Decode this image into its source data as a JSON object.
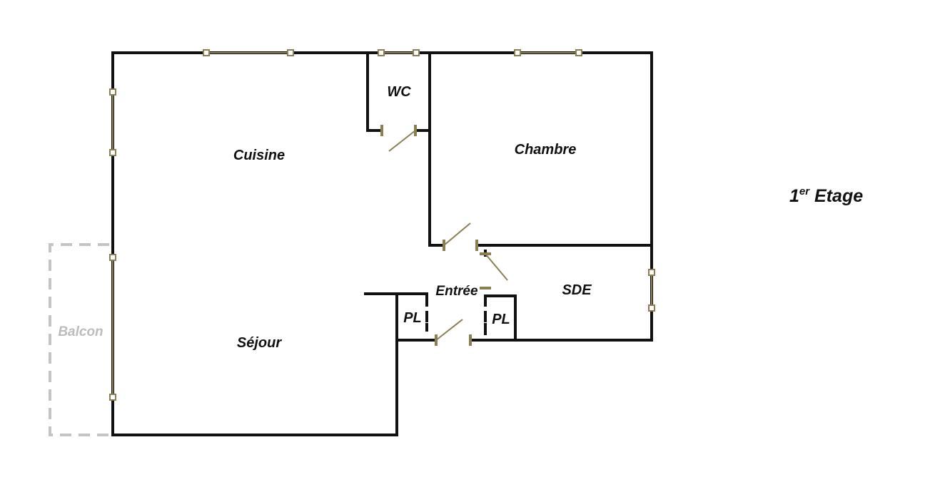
{
  "rooms": {
    "cuisine": "Cuisine",
    "wc": "WC",
    "chambre": "Chambre",
    "entree": "Entrée",
    "sde": "SDE",
    "pl_left": "PL",
    "pl_right": "PL",
    "sejour": "Séjour",
    "balcon": "Balcon"
  },
  "floor": {
    "number": "1",
    "superscript": "er",
    "label": " Etage"
  },
  "colors": {
    "wall": "#111111",
    "window_door": "#8a7f52",
    "balcony": "#c4c4c4"
  }
}
